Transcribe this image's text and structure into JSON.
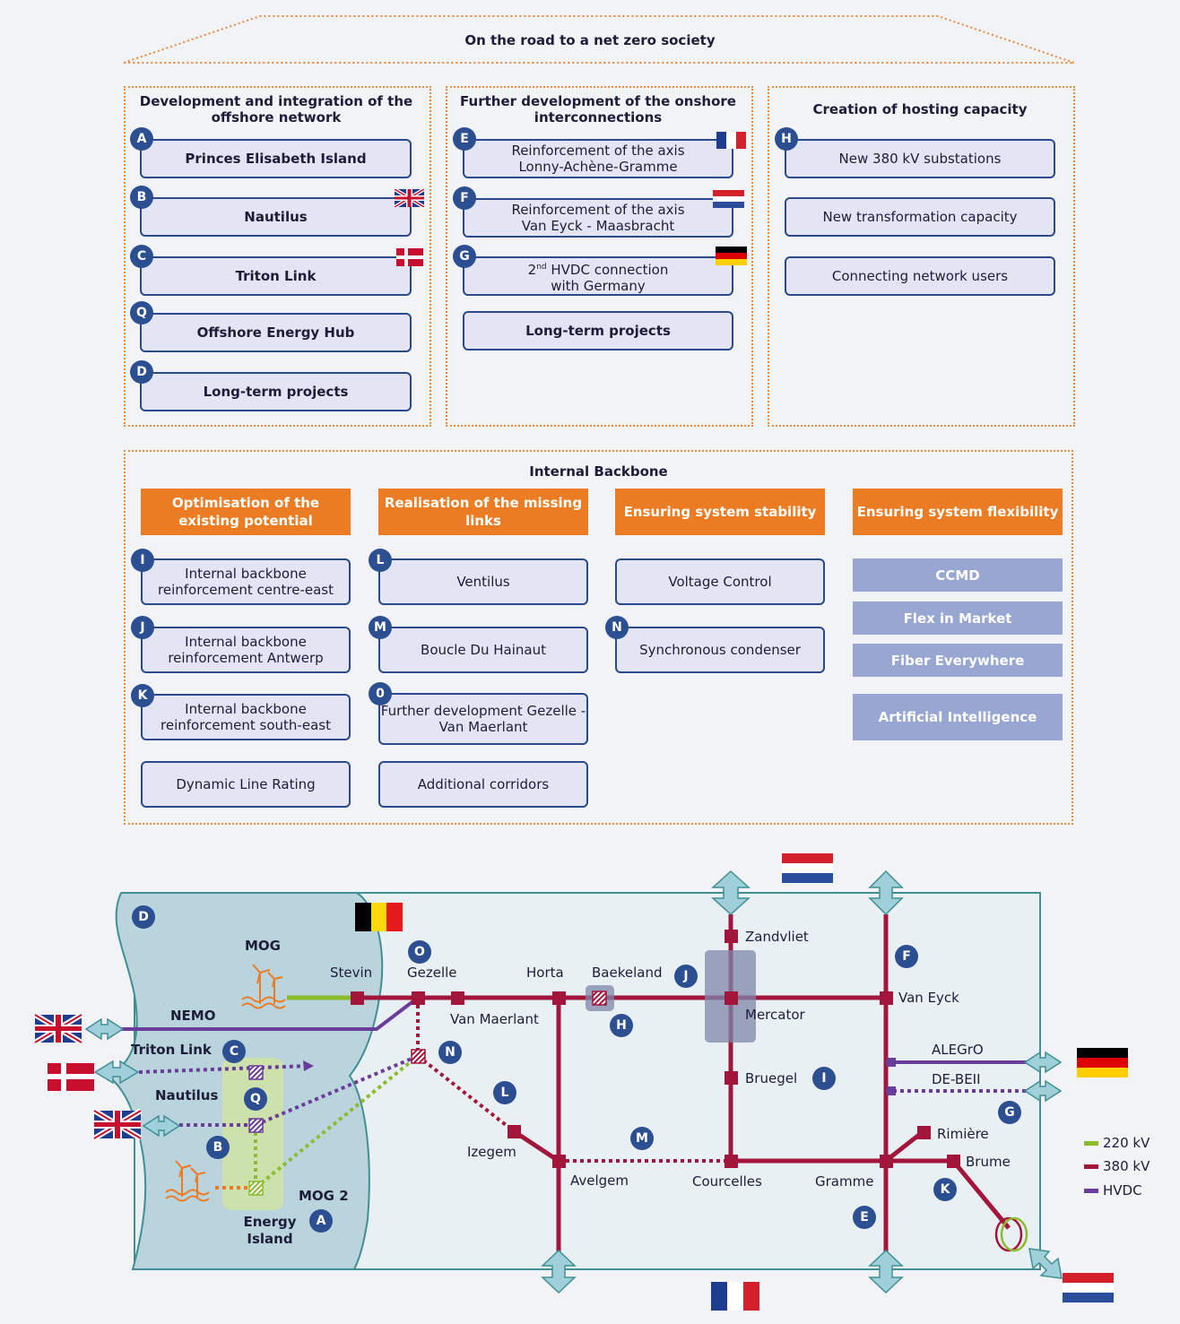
{
  "title": "On the road to a net zero society",
  "offshore": {
    "title": "Development and integration of the offshore network",
    "items": [
      {
        "badge": "A",
        "label": "Princes Elisabeth Island",
        "flag": ""
      },
      {
        "badge": "B",
        "label": "Nautilus",
        "flag": "uk"
      },
      {
        "badge": "C",
        "label": "Triton Link",
        "flag": "dk"
      },
      {
        "badge": "Q",
        "label": "Offshore Energy Hub",
        "flag": ""
      },
      {
        "badge": "D",
        "label": "Long-term projects",
        "flag": ""
      }
    ]
  },
  "onshore": {
    "title": "Further development of the onshore interconnections",
    "items": [
      {
        "badge": "E",
        "label": "Reinforcement of the axis Lonny-Achène-Gramme",
        "flag": "fr"
      },
      {
        "badge": "F",
        "label": "Reinforcement of the axis Van Eyck - Maasbracht",
        "flag": "nl"
      },
      {
        "badge": "G",
        "label_prefix": "2",
        "label_sup": "nd",
        "label_rest": " HVDC connection with Germany",
        "flag": "de"
      },
      {
        "badge": "",
        "label": "Long-term projects",
        "flag": ""
      }
    ]
  },
  "hosting": {
    "title": "Creation of hosting capacity",
    "items": [
      {
        "badge": "H",
        "label": "New 380 kV substations"
      },
      {
        "badge": "",
        "label": "New transformation capacity"
      },
      {
        "badge": "",
        "label": "Connecting network users"
      }
    ]
  },
  "backbone": {
    "title": "Internal Backbone",
    "columns": [
      {
        "header": "Optimisation of the existing potential",
        "items": [
          {
            "badge": "I",
            "label": "Internal backbone reinforcement centre-east"
          },
          {
            "badge": "J",
            "label": "Internal backbone reinforcement Antwerp"
          },
          {
            "badge": "K",
            "label": "Internal backbone reinforcement south-east"
          },
          {
            "badge": "",
            "label": "Dynamic Line Rating"
          }
        ]
      },
      {
        "header": "Realisation of the missing links",
        "items": [
          {
            "badge": "L",
            "label": "Ventilus"
          },
          {
            "badge": "M",
            "label": "Boucle Du Hainaut"
          },
          {
            "badge": "0",
            "label": "Further development Gezelle - Van Maerlant"
          },
          {
            "badge": "",
            "label": "Additional corridors"
          }
        ]
      },
      {
        "header": "Ensuring system stability",
        "items": [
          {
            "badge": "",
            "label": "Voltage Control"
          },
          {
            "badge": "N",
            "label": "Synchronous condenser"
          }
        ]
      },
      {
        "header": "Ensuring system flexibility",
        "pills": [
          "CCMD",
          "Flex in Market",
          "Fiber Everywhere",
          "Artificial Intelligence"
        ]
      }
    ]
  },
  "map": {
    "labels": {
      "mog": "MOG",
      "mog2": "MOG 2",
      "energy_island": "Energy Island",
      "nemo": "NEMO",
      "triton_link": "Triton Link",
      "nautilus": "Nautilus",
      "stevin": "Stevin",
      "gezelle": "Gezelle",
      "horta": "Horta",
      "baekeland": "Baekeland",
      "van_maerlant": "Van Maerlant",
      "zandvliet": "Zandvliet",
      "mercator": "Mercator",
      "van_eyck": "Van Eyck",
      "bruegel": "Bruegel",
      "alegro": "ALEGrO",
      "de_beii": "DE-BEII",
      "izegem": "Izegem",
      "avelgem": "Avelgem",
      "courcelles": "Courcelles",
      "gramme": "Gramme",
      "rimiere": "Rimière",
      "brume": "Brume"
    },
    "badges": {
      "D": "D",
      "O": "O",
      "C": "C",
      "Q": "Q",
      "B": "B",
      "A": "A",
      "N": "N",
      "L": "L",
      "M": "M",
      "H": "H",
      "J": "J",
      "I": "I",
      "F": "F",
      "G": "G",
      "E": "E",
      "K": "K"
    },
    "legend": [
      {
        "label": "220 kV",
        "color": "#8cbc2e"
      },
      {
        "label": "380 kV",
        "color": "#a3163c"
      },
      {
        "label": "HVDC",
        "color": "#6a3d9a"
      }
    ],
    "colors": {
      "kv380": "#a3163c",
      "kv220": "#8cbc2e",
      "hvdc": "#6a3d9a",
      "orange": "#ec7c23",
      "sea": "#b9d4dc",
      "land": "#e9f0f3",
      "border": "#3f8f94",
      "arrow": "#9fd0da"
    }
  }
}
